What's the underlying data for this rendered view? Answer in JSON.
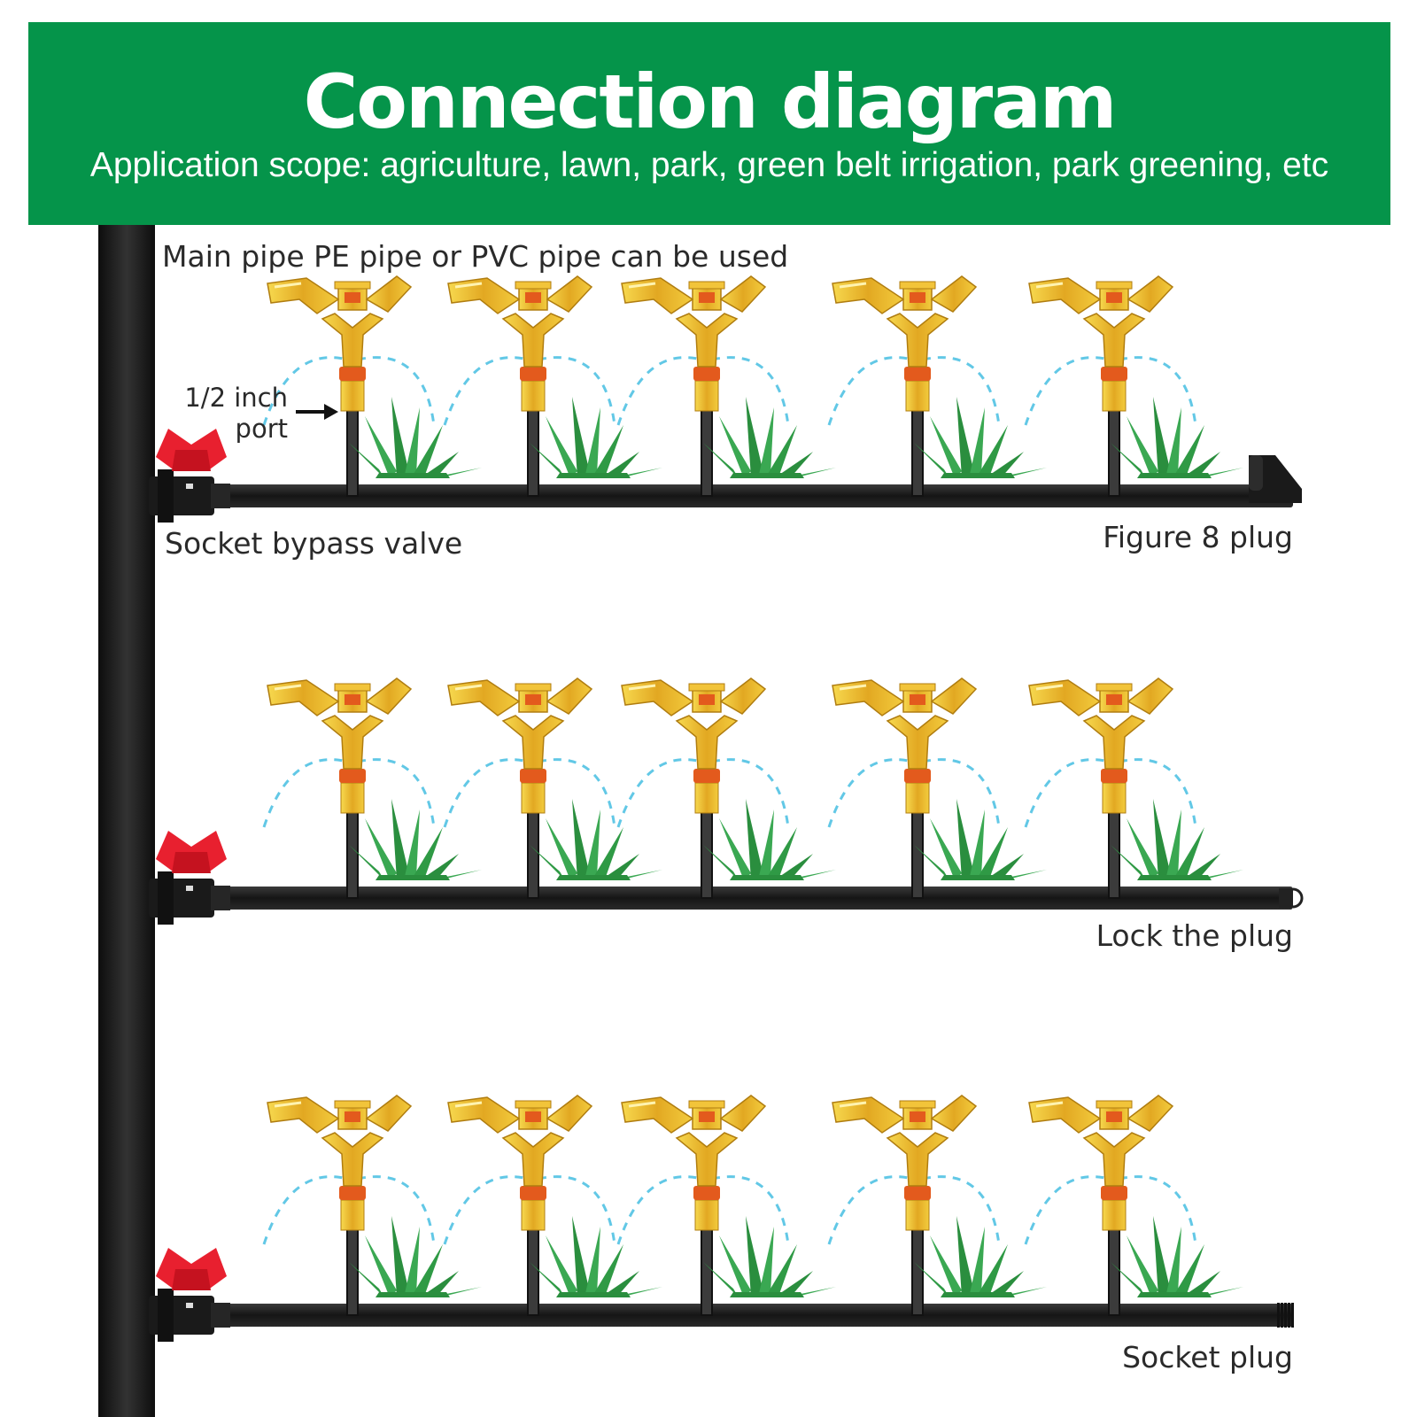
{
  "header": {
    "title": "Connection diagram",
    "subtitle": "Application scope: agriculture, lawn, park, green belt irrigation, park greening, etc"
  },
  "labels": {
    "main_pipe": "Main pipe PE pipe or PVC pipe can be used",
    "port_line1": "1/2 inch",
    "port_line2": "port",
    "valve": "Socket bypass valve",
    "row1_end": "Figure 8 plug",
    "row2_end": "Lock the plug",
    "row3_end": "Socket plug"
  },
  "rows": [
    {
      "end_plug": "figure-8-plug",
      "sprinklers": 5
    },
    {
      "end_plug": "lock-plug",
      "sprinklers": 5
    },
    {
      "end_plug": "socket-plug",
      "sprinklers": 5
    }
  ],
  "colors": {
    "banner": "#05944a",
    "pipe": "#1c1c1c",
    "valve": "#e8202f",
    "brass": "#e9b62c",
    "collar": "#e35a1d",
    "grass": "#2f9a45",
    "spray": "#62c8e6"
  }
}
